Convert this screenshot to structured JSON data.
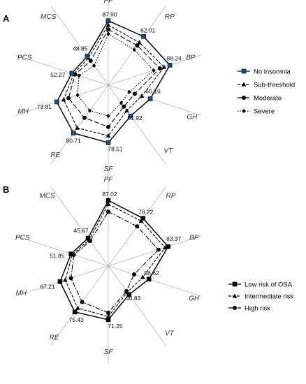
{
  "chart_data": [
    {
      "type": "radar",
      "panel": "A",
      "axes": [
        "PF",
        "RP",
        "BP",
        "GH",
        "VT",
        "SF",
        "RE",
        "MH",
        "PCS",
        "MCS"
      ],
      "reference_labels": [
        "87.90",
        "82.01",
        "88.24",
        "60.16",
        "51.92",
        "78.51",
        "80.71",
        "73.81",
        "52.27",
        "48.85"
      ],
      "series": [
        {
          "name": "No insomnia",
          "style": "solid",
          "marker": "square-filled",
          "color": "#1f4e79",
          "values": [
            87.9,
            82.01,
            88.24,
            60.16,
            51.92,
            78.51,
            80.71,
            73.81,
            52.27,
            48.85
          ]
        },
        {
          "name": "Sub-threshold",
          "style": "dashed",
          "marker": "triangle",
          "color": "#000000",
          "values": [
            82,
            72,
            80,
            48,
            43,
            69,
            72,
            64,
            49.5,
            46
          ]
        },
        {
          "name": "Moderate",
          "style": "long-dash",
          "marker": "circle",
          "color": "#000000",
          "values": [
            76,
            67,
            74,
            38,
            36,
            57,
            55,
            57,
            47.5,
            41
          ]
        },
        {
          "name": "Severe",
          "style": "dotted",
          "marker": "diamond",
          "color": "#000000",
          "values": [
            70,
            60,
            65,
            30,
            30,
            42,
            43,
            44,
            42,
            33
          ]
        }
      ],
      "legend": "right"
    },
    {
      "type": "radar",
      "panel": "B",
      "axes": [
        "PF",
        "RP",
        "BP",
        "GH",
        "VT",
        "SF",
        "RE",
        "MH",
        "PCS",
        "MCS"
      ],
      "reference_labels": [
        "87.02",
        "78.22",
        "83.37",
        "56.62",
        "46.83",
        "71.25",
        "75.43",
        "67.21",
        "51.85",
        "45.67"
      ],
      "series": [
        {
          "name": "Low risk of OSA",
          "style": "solid",
          "marker": "square-filled",
          "color": "#000000",
          "values": [
            87.02,
            78.22,
            83.37,
            56.62,
            46.83,
            71.25,
            75.43,
            67.21,
            51.85,
            45.67
          ]
        },
        {
          "name": "Intermediate risk",
          "style": "dashed",
          "marker": "triangle",
          "color": "#000000",
          "values": [
            82,
            74,
            79,
            48,
            43,
            67,
            69,
            60,
            50,
            43
          ]
        },
        {
          "name": "High risk",
          "style": "dash-dot",
          "marker": "circle",
          "color": "#000000",
          "values": [
            72,
            65,
            70,
            36,
            41,
            62,
            59,
            52,
            48,
            41
          ]
        }
      ],
      "legend": "right"
    }
  ]
}
